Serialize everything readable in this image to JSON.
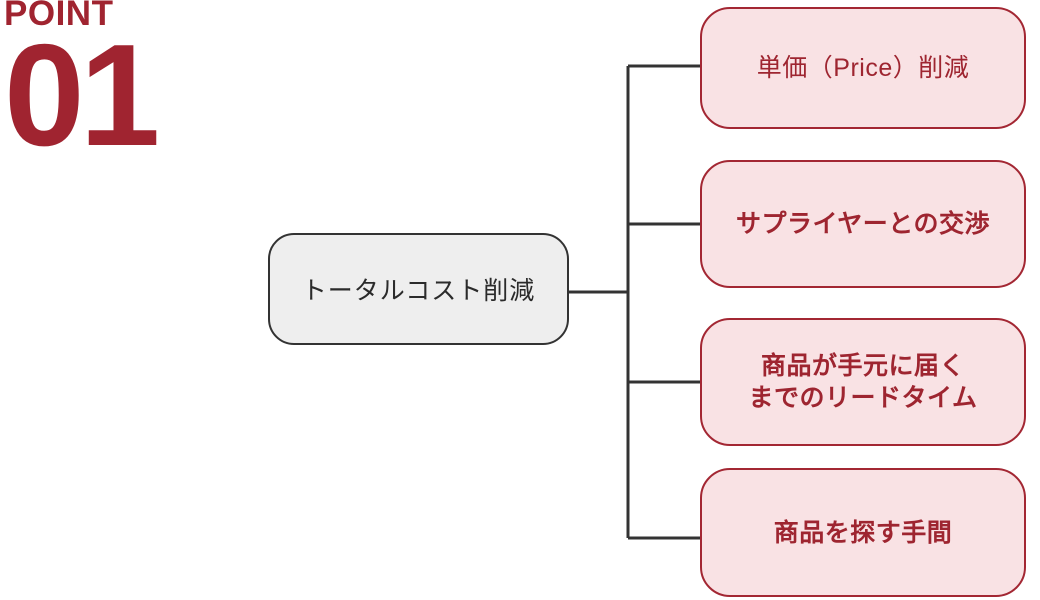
{
  "badge": {
    "label": "POINT",
    "number": "01",
    "color": "#a02430"
  },
  "diagram": {
    "type": "tree",
    "orientation": "left-to-right",
    "root": {
      "text": "トータルコスト削減",
      "fill": "#eeeeee",
      "border": "#333333",
      "text_color": "#2b2b2b"
    },
    "connector_color": "#333333",
    "leaves": [
      {
        "id": "leaf-1",
        "lines": [
          "単価（Price）削減"
        ],
        "bold": false,
        "fill": "#f9e2e4",
        "border": "#a32733",
        "text_color": "#9e2530"
      },
      {
        "id": "leaf-2",
        "lines": [
          "サプライヤーとの交渉"
        ],
        "bold": true,
        "fill": "#f9e2e4",
        "border": "#a32733",
        "text_color": "#9e2530"
      },
      {
        "id": "leaf-3",
        "lines": [
          "商品が手元に届く",
          "までのリードタイム"
        ],
        "bold": true,
        "fill": "#f9e2e4",
        "border": "#a32733",
        "text_color": "#9e2530"
      },
      {
        "id": "leaf-4",
        "lines": [
          "商品を探す手間"
        ],
        "bold": true,
        "fill": "#f9e2e4",
        "border": "#a32733",
        "text_color": "#9e2530"
      }
    ]
  }
}
